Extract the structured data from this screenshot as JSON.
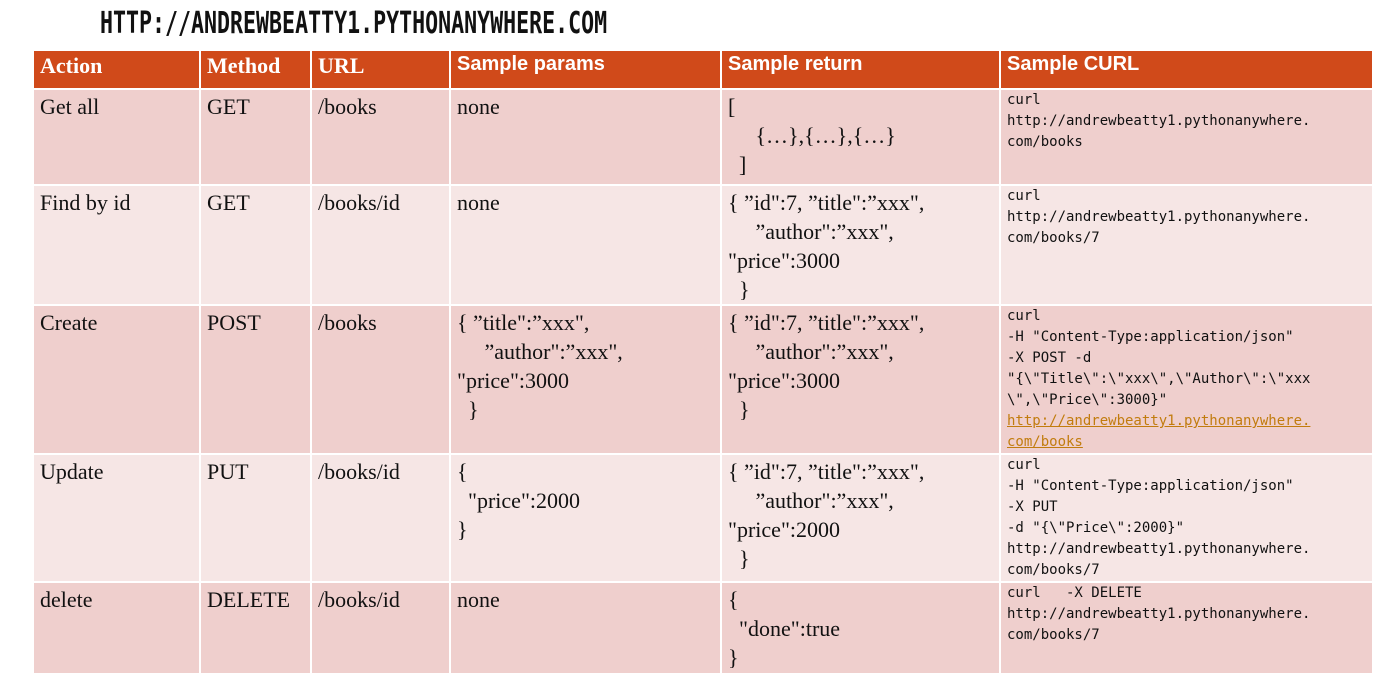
{
  "title": "HTTP://ANDREWBEATTY1.PYTHONANYWHERE.COM",
  "headers": {
    "action": "Action",
    "method": "Method",
    "url": "URL",
    "params": "Sample params",
    "return": "Sample return",
    "curl": "Sample CURL"
  },
  "rows": [
    {
      "action": "Get all",
      "method": "GET",
      "url": "/books",
      "params": "none",
      "return": "[\n     {…},{…},{…}\n  ]",
      "curl": "curl\nhttp://andrewbeatty1.pythonanywhere.\ncom/books"
    },
    {
      "action": "Find by id",
      "method": "GET",
      "url": "/books/id",
      "params": "none",
      "return": "{ ”id\":7, ”title\":”xxx\",\n     ”author\":”xxx\",\n\"price\":3000\n  }",
      "curl": "curl\nhttp://andrewbeatty1.pythonanywhere.\ncom/books/7"
    },
    {
      "action": "Create",
      "method": "POST",
      "url": "/books",
      "params": "{ ”title\":”xxx\",\n     ”author\":”xxx\",\n\"price\":3000\n  }",
      "return": "{ ”id\":7, ”title\":”xxx\",\n     ”author\":”xxx\",\n\"price\":3000\n  }",
      "curl_lines": [
        "curl",
        "-H \"Content-Type:application/json\"",
        "-X POST -d",
        "\"{\\\"Title\\\":\\\"xxx\\\",\\\"Author\\\":\\\"xxx",
        "\\\",\\\"Price\\\":3000}\""
      ],
      "curl_link": "http://andrewbeatty1.pythonanywhere.\ncom/books"
    },
    {
      "action": "Update",
      "method": "PUT",
      "url": "/books/id",
      "params": "{\n  \"price\":2000\n}",
      "return": "{ ”id\":7, ”title\":”xxx\",\n     ”author\":”xxx\",\n\"price\":2000\n  }",
      "curl": "curl\n-H \"Content-Type:application/json\"\n-X PUT\n-d \"{\\\"Price\\\":2000}\"\nhttp://andrewbeatty1.pythonanywhere.\ncom/books/7"
    },
    {
      "action": "delete",
      "method": "DELETE",
      "url": "/books/id",
      "params": "none",
      "return": "{\n  \"done\":true\n}",
      "curl": "curl   -X DELETE\nhttp://andrewbeatty1.pythonanywhere.\ncom/books/7"
    }
  ],
  "colors": {
    "header": "#d04a1a",
    "row_odd": "#efcfcd",
    "row_even": "#f6e6e5",
    "link": "#c27c0e"
  }
}
